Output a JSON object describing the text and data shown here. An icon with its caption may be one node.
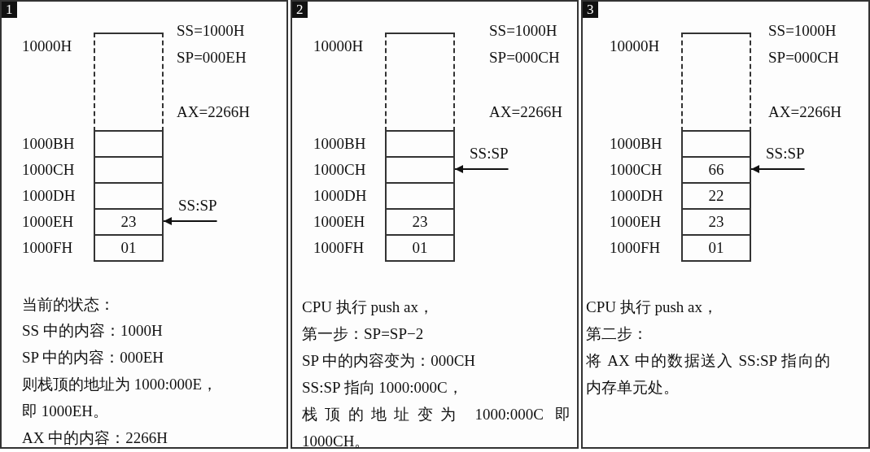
{
  "diagram": {
    "nodes": [
      {
        "text": [
          "1"
        ]
      },
      {
        "text": [],
        "shape": "box",
        "in": 0,
        "beside": [
          "10000H"
        ]
      },
      {
        "text": [],
        "shape": "box",
        "in": 0,
        "beside": [
          "1000BH"
        ]
      },
      {
        "text": [],
        "shape": "box",
        "in": 0,
        "beside": [
          "1000CH"
        ]
      },
      {
        "text": [],
        "shape": "box",
        "in": 0,
        "beside": [
          "1000DH"
        ]
      },
      {
        "text": [
          "23"
        ],
        "in": 0,
        "beside": [
          "1000EH"
        ]
      },
      {
        "text": [
          "01"
        ],
        "in": 0,
        "beside": [
          "1000FH"
        ]
      },
      {
        "text": [
          "SS:SP"
        ],
        "in": 0
      },
      {
        "text": [
          "2"
        ]
      },
      {
        "text": [],
        "shape": "box",
        "in": 8,
        "beside": [
          "10000H"
        ]
      },
      {
        "text": [],
        "shape": "box",
        "in": 8,
        "beside": [
          "1000BH"
        ]
      },
      {
        "text": [],
        "shape": "box",
        "in": 8,
        "beside": [
          "1000CH"
        ]
      },
      {
        "text": [],
        "shape": "box",
        "in": 8,
        "beside": [
          "1000DH"
        ]
      },
      {
        "text": [
          "23"
        ],
        "in": 8,
        "beside": [
          "1000EH"
        ]
      },
      {
        "text": [
          "01"
        ],
        "in": 8,
        "beside": [
          "1000FH"
        ]
      },
      {
        "text": [
          "SS:SP"
        ],
        "in": 8
      },
      {
        "text": [
          "3"
        ]
      },
      {
        "text": [],
        "shape": "box",
        "in": 16,
        "beside": [
          "10000H"
        ]
      },
      {
        "text": [],
        "shape": "box",
        "in": 16,
        "beside": [
          "1000BH"
        ]
      },
      {
        "text": [
          "66"
        ],
        "in": 16,
        "beside": [
          "1000CH"
        ]
      },
      {
        "text": [
          "22"
        ],
        "in": 16,
        "beside": [
          "1000DH"
        ]
      },
      {
        "text": [
          "23"
        ],
        "in": 16,
        "beside": [
          "1000EH"
        ]
      },
      {
        "text": [
          "01"
        ],
        "in": 16,
        "beside": [
          "1000FH"
        ]
      },
      {
        "text": [
          "SS:SP"
        ],
        "in": 16
      }
    ],
    "edges": [
      {
        "from": 7,
        "to": 5,
        "arrow": "to"
      },
      {
        "from": 15,
        "to": 11,
        "arrow": "to"
      },
      {
        "from": 23,
        "to": 19,
        "arrow": "to"
      }
    ],
    "labels": [
      "SS=1000H",
      "SP=000EH",
      "AX=2266H",
      "当前的状态：",
      "SS 中的内容：1000H",
      "SP 中的内容：000EH",
      "则栈顶的地址为 1000:000E，",
      "即 1000EH。",
      "AX 中的内容：2266H",
      "SS=1000H",
      "SP=000CH",
      "AX=2266H",
      "CPU 执行  push ax，",
      "第一步：SP=SP−2",
      "SP 中的内容变为：000CH",
      "SS:SP 指向 1000:000C，",
      "栈顶的地址变为 1000:000C 即 1000CH。",
      "SS=1000H",
      "SP=000CH",
      "AX=2266H",
      "CPU 执行  push ax，",
      "第二步：",
      "将 AX 中的数据送入 SS:SP 指向的内存单元处。"
    ]
  }
}
